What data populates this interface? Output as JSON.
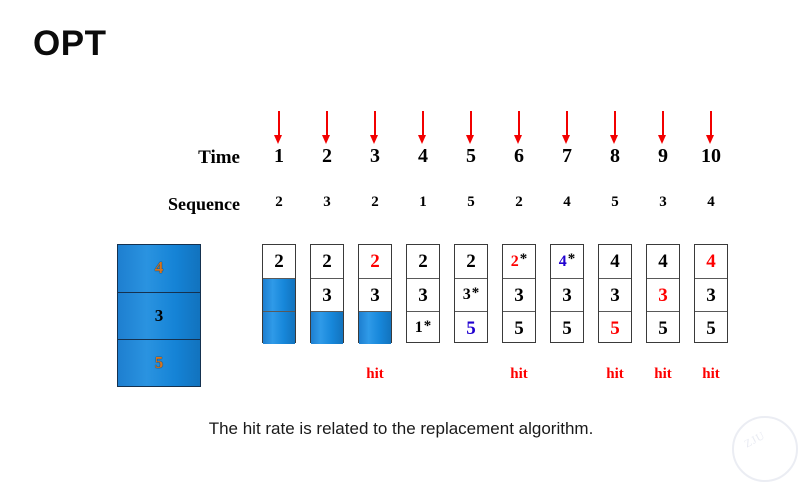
{
  "slide": {
    "title": "OPT",
    "caption": "The hit rate is related to the replacement algorithm."
  },
  "labels": {
    "time": "Time",
    "sequence": "Sequence"
  },
  "time_values": [
    "1",
    "2",
    "3",
    "4",
    "5",
    "6",
    "7",
    "8",
    "9",
    "10"
  ],
  "sequence_values": [
    "2",
    "3",
    "2",
    "1",
    "5",
    "2",
    "4",
    "5",
    "3",
    "4"
  ],
  "memory_box": {
    "frames": [
      "4",
      "3",
      "5"
    ]
  },
  "colors": {
    "red": "#fe0000",
    "blue": "#2000d0",
    "black": "#000000",
    "frame_blue": "#1e7fd0",
    "arrow_red": "#f20000"
  },
  "hits": {
    "label": "hit",
    "columns": [
      3,
      6,
      8,
      9,
      10
    ]
  },
  "table": {
    "columns": [
      {
        "time": "1",
        "cells": [
          {
            "value": "2",
            "star": false,
            "color": "black",
            "filled": false
          },
          {
            "value": "",
            "star": false,
            "color": "black",
            "filled": true
          },
          {
            "value": "",
            "star": false,
            "color": "black",
            "filled": true
          }
        ]
      },
      {
        "time": "2",
        "cells": [
          {
            "value": "2",
            "star": false,
            "color": "black",
            "filled": false
          },
          {
            "value": "3",
            "star": false,
            "color": "black",
            "filled": false
          },
          {
            "value": "",
            "star": false,
            "color": "black",
            "filled": true
          }
        ]
      },
      {
        "time": "3",
        "cells": [
          {
            "value": "2",
            "star": false,
            "color": "red",
            "filled": false
          },
          {
            "value": "3",
            "star": false,
            "color": "black",
            "filled": false
          },
          {
            "value": "",
            "star": false,
            "color": "black",
            "filled": true
          }
        ]
      },
      {
        "time": "4",
        "cells": [
          {
            "value": "2",
            "star": false,
            "color": "black",
            "filled": false
          },
          {
            "value": "3",
            "star": false,
            "color": "black",
            "filled": false
          },
          {
            "value": "1",
            "star": true,
            "color": "black",
            "filled": false
          }
        ]
      },
      {
        "time": "5",
        "cells": [
          {
            "value": "2",
            "star": false,
            "color": "black",
            "filled": false
          },
          {
            "value": "3",
            "star": true,
            "color": "black",
            "filled": false
          },
          {
            "value": "5",
            "star": false,
            "color": "blue",
            "filled": false
          }
        ]
      },
      {
        "time": "6",
        "cells": [
          {
            "value": "2",
            "star": true,
            "color": "red",
            "filled": false
          },
          {
            "value": "3",
            "star": false,
            "color": "black",
            "filled": false
          },
          {
            "value": "5",
            "star": false,
            "color": "black",
            "filled": false
          }
        ]
      },
      {
        "time": "7",
        "cells": [
          {
            "value": "4",
            "star": true,
            "color": "blue",
            "filled": false
          },
          {
            "value": "3",
            "star": false,
            "color": "black",
            "filled": false
          },
          {
            "value": "5",
            "star": false,
            "color": "black",
            "filled": false
          }
        ]
      },
      {
        "time": "8",
        "cells": [
          {
            "value": "4",
            "star": false,
            "color": "black",
            "filled": false
          },
          {
            "value": "3",
            "star": false,
            "color": "black",
            "filled": false
          },
          {
            "value": "5",
            "star": false,
            "color": "red",
            "filled": false
          }
        ]
      },
      {
        "time": "9",
        "cells": [
          {
            "value": "4",
            "star": false,
            "color": "black",
            "filled": false
          },
          {
            "value": "3",
            "star": false,
            "color": "red",
            "filled": false
          },
          {
            "value": "5",
            "star": false,
            "color": "black",
            "filled": false
          }
        ]
      },
      {
        "time": "10",
        "cells": [
          {
            "value": "4",
            "star": false,
            "color": "red",
            "filled": false
          },
          {
            "value": "3",
            "star": false,
            "color": "black",
            "filled": false
          },
          {
            "value": "5",
            "star": false,
            "color": "black",
            "filled": false
          }
        ]
      }
    ]
  }
}
